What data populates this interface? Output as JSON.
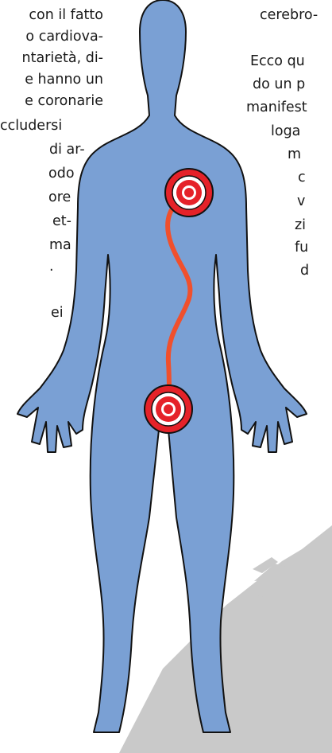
{
  "left_text": [
    "con il fatto",
    "o cardiova-",
    "ntarietà, di-",
    "e hanno un",
    "e coronarie",
    "ccludersi",
    "di ar-",
    "odo",
    "ore",
    "et-",
    "ma",
    ".",
    "",
    "ei"
  ],
  "right_text": [
    "cerebro-",
    "",
    "Ecco qu",
    "do un p",
    "manifest",
    "loga",
    "m",
    "c",
    "v",
    "zi",
    "fu",
    "d"
  ],
  "colors": {
    "body": "#7aa0d4",
    "outline": "#111111",
    "shadow": "#c9c9c9",
    "target": "#e52229",
    "link": "#f0502d"
  },
  "icons": [
    "target-icon-chest",
    "target-icon-groin"
  ]
}
